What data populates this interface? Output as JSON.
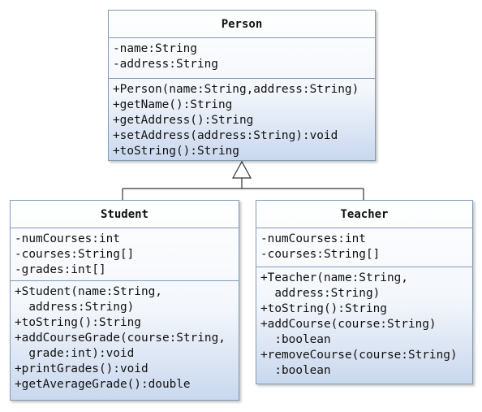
{
  "classes": {
    "person": {
      "name": "Person",
      "attributes": [
        "-name:String",
        "-address:String"
      ],
      "methods": [
        "+Person(name:String,address:String)",
        "+getName():String",
        "+getAddress():String",
        "+setAddress(address:String):void",
        "+toString():String"
      ]
    },
    "student": {
      "name": "Student",
      "attributes": [
        "-numCourses:int",
        "-courses:String[]",
        "-grades:int[]"
      ],
      "methods": [
        "+Student(name:String,",
        "  address:String)",
        "+toString():String",
        "+addCourseGrade(course:String,",
        "  grade:int):void",
        "+printGrades():void",
        "+getAverageGrade():double"
      ]
    },
    "teacher": {
      "name": "Teacher",
      "attributes": [
        "-numCourses:int",
        "-courses:String[]"
      ],
      "methods": [
        "+Teacher(name:String,",
        "  address:String)",
        "+toString():String",
        "+addCourse(course:String)",
        "  :boolean",
        "+removeCourse(course:String)",
        "  :boolean"
      ]
    }
  },
  "relationships": [
    {
      "type": "generalization",
      "from": [
        "student",
        "teacher"
      ],
      "to": "person"
    }
  ],
  "colors": {
    "border": "#7f9db9",
    "fill_top": "#ffffff",
    "fill_bottom": "#c9d8ee",
    "connector": "#333333"
  }
}
